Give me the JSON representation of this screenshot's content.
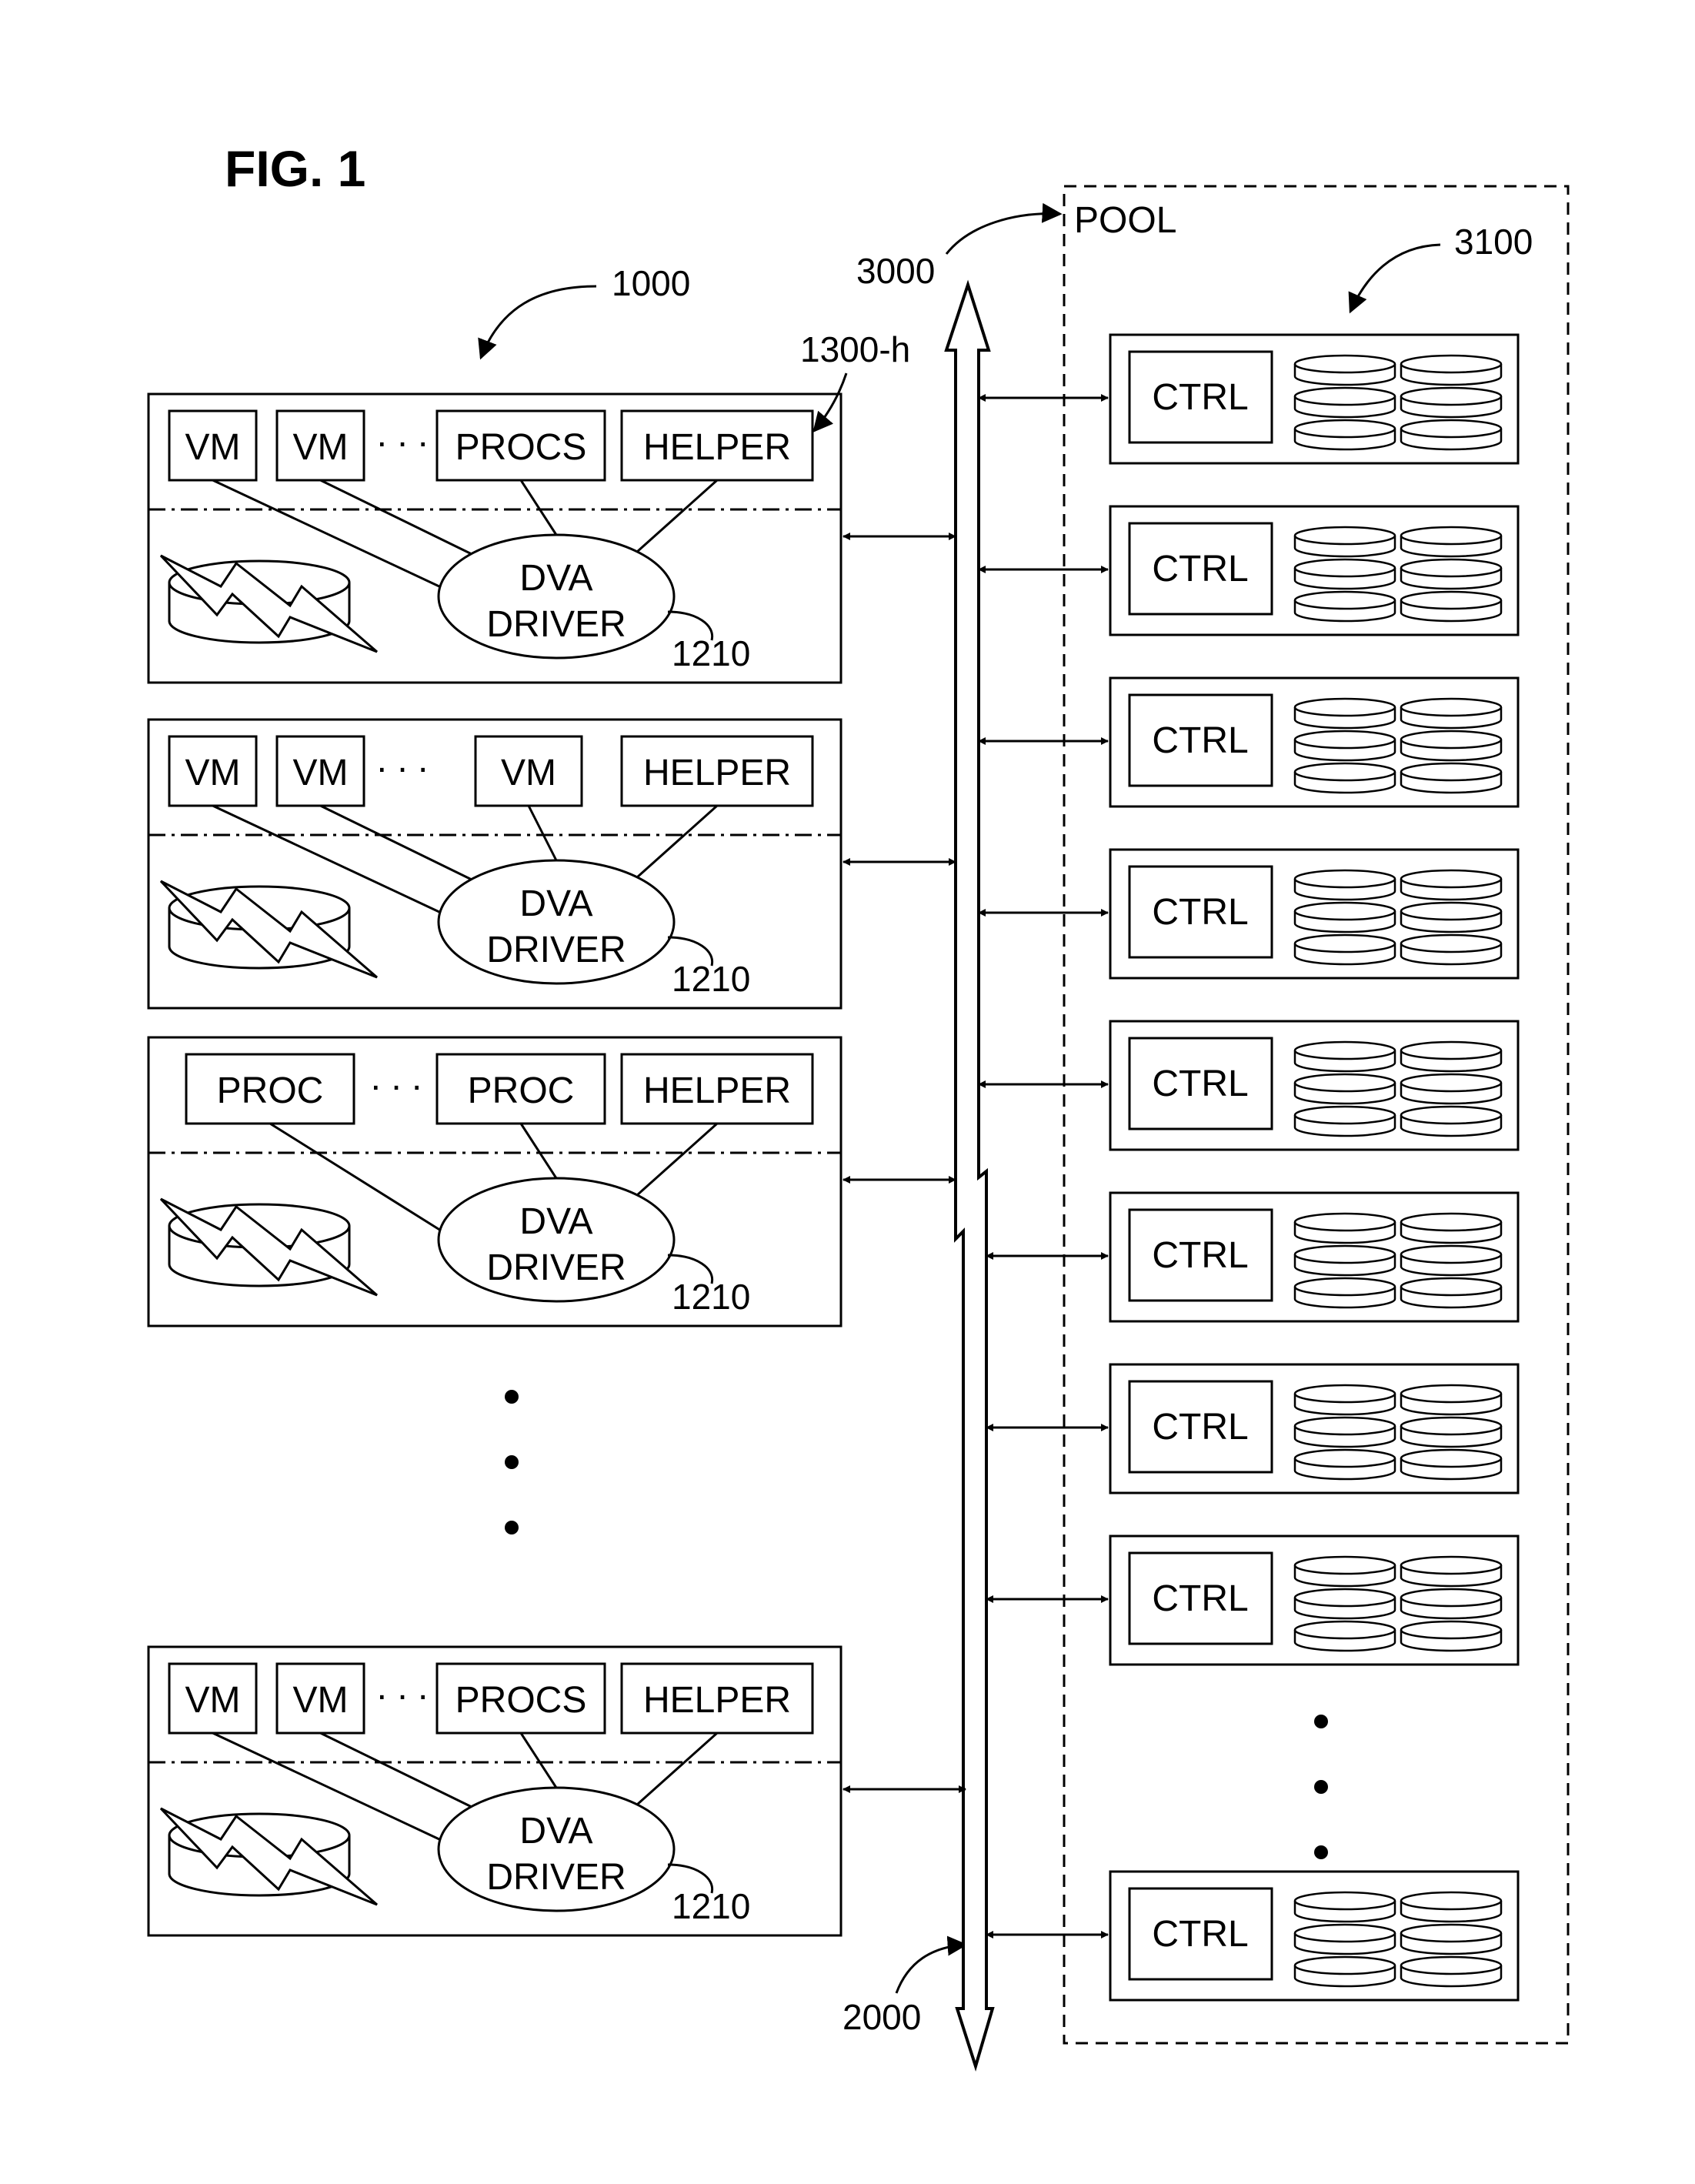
{
  "figure": {
    "title": "FIG. 1",
    "refs": {
      "hosts": "1000",
      "helper": "1300-h",
      "network": "3000",
      "bus": "2000",
      "nodes": "3100",
      "driver": "1210"
    },
    "pool_label": "POOL",
    "ellipsis": ". . .",
    "driver_label_top": "DVA",
    "driver_label_bottom": "DRIVER",
    "node_ctrl_label": "CTRL",
    "hosts_list": [
      {
        "items": [
          "VM",
          "VM",
          "PROCS",
          "HELPER"
        ]
      },
      {
        "items": [
          "VM",
          "VM",
          "VM",
          "HELPER"
        ]
      },
      {
        "items": [
          "PROC",
          "PROC",
          "HELPER"
        ]
      },
      {
        "items": [
          "VM",
          "VM",
          "PROCS",
          "HELPER"
        ]
      }
    ],
    "node_count": 10
  }
}
